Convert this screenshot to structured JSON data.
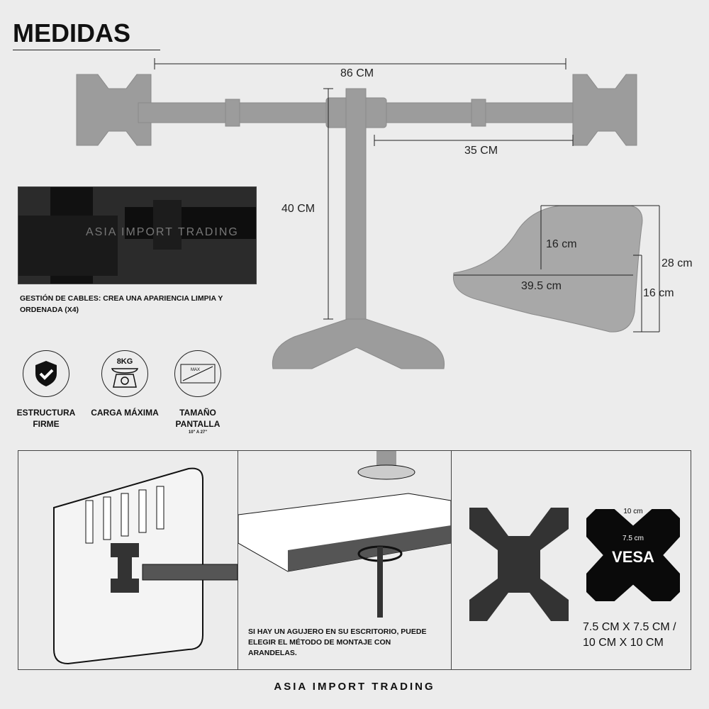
{
  "title": "MEDIDAS",
  "dimensions": {
    "width_total": "86 CM",
    "arm_length": "35 CM",
    "pole_height": "40 CM",
    "base_depth_center": "16 cm",
    "base_width": "39.5 cm",
    "base_depth": "28 cm",
    "base_side": "16 cm"
  },
  "cable_caption": "GESTIÓN DE CABLES: CREA UNA APARIENCIA LIMPIA Y ORDENADA (X4)",
  "watermark": "ASIA IMPORT TRADING",
  "features": [
    {
      "icon": "shield-check-icon",
      "label": "ESTRUCTURA FIRME"
    },
    {
      "icon": "scale-icon",
      "icon_text": "8KG",
      "label": "CARGA MÁXIMA"
    },
    {
      "icon": "screen-size-icon",
      "icon_text": "MAX",
      "label": "TAMAÑO PANTALLA",
      "sublabel": "10\" A 27\""
    }
  ],
  "mounting_text": "SI HAY UN AGUJERO EN SU ESCRITORIO, PUEDE ELEGIR EL MÉTODO DE MONTAJE CON ARANDELAS.",
  "vesa": {
    "outer": "10 cm",
    "inner": "7.5 cm",
    "label": "VESA",
    "sizes": "7.5 CM X 7.5 CM / 10 CM X 10 CM"
  },
  "footer": "ASIA IMPORT TRADING"
}
